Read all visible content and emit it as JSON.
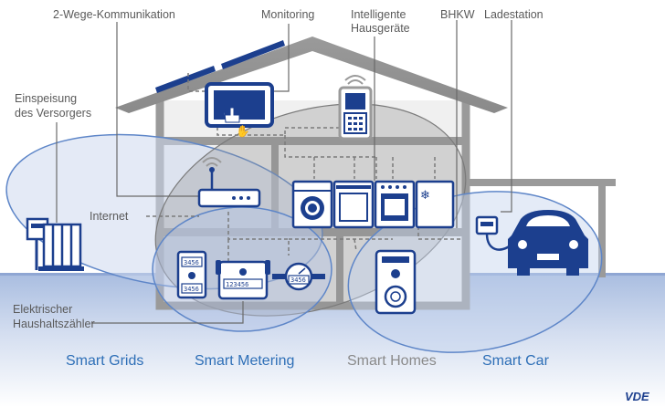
{
  "labels": {
    "two_way": "2-Wege-Kommunikation",
    "monitoring": "Monitoring",
    "appliances_1": "Intelligente",
    "appliances_2": "Hausgeräte",
    "bhkw": "BHKW",
    "charging": "Ladestation",
    "feed_1": "Einspeisung",
    "feed_2": "des Versorgers",
    "internet": "Internet",
    "meter_1": "Elektrischer",
    "meter_2": "Haushaltszähler"
  },
  "meter_readings": {
    "a": "3456",
    "b": "3456",
    "c": "123456",
    "d": "3456"
  },
  "domains": {
    "grids": "Smart Grids",
    "metering": "Smart Metering",
    "homes": "Smart Homes",
    "car": "Smart Car"
  },
  "brand": "VDE",
  "colors": {
    "navy": "#1c3f8e",
    "blue_domain": "#2e6fb7",
    "grey_domain": "#8a8a8a",
    "house": "#9a9a9a"
  }
}
